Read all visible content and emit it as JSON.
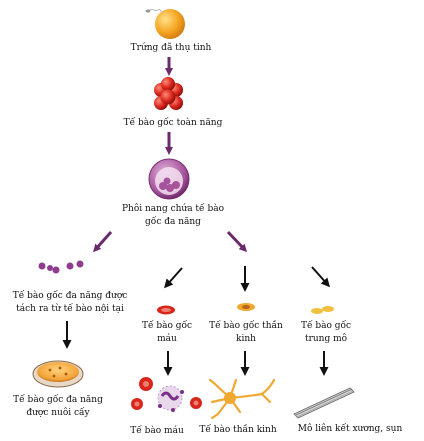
{
  "labels": {
    "fertilized_egg": "Trứng đã thụ tinh",
    "totipotent_cells": "Tế bào gốc toàn năng",
    "blastocyst_line1": "Phôi nang chứa tế bào",
    "blastocyst_line2": "gốc đa năng",
    "isolated_pluripotent_line1": "Tế bào gốc đa năng được",
    "isolated_pluripotent_line2": "tách ra từ tế bào nội tại",
    "cultured_pluripotent_line1": "Tế bào gốc đa năng",
    "cultured_pluripotent_line2": "được nuôi cấy",
    "blood_stem_line1": "Tế bào gốc",
    "blood_stem_line2": "máu",
    "neural_stem_line1": "Tế bào gốc thần",
    "neural_stem_line2": "kinh",
    "mesenchymal_stem_line1": "Tế bào gốc",
    "mesenchymal_stem_line2": "trung mô",
    "blood_cells": "Tế bào máu",
    "nerve_cells": "Tế bào thần kinh",
    "connective_tissue": "Mô liên kết xương, sụn"
  },
  "colors": {
    "arrow_purple": "#6b2a6b",
    "arrow_black": "#111111",
    "egg": "#f5a623",
    "morula": "#d9261c",
    "blastocyst": "#a5549c",
    "pluripotent_dots": "#8e3c8e",
    "culture_dish": "#f2a33a",
    "blood_cell": "#d9261c",
    "neural_cell": "#f0a830",
    "tissue": "#9a9a9a"
  }
}
